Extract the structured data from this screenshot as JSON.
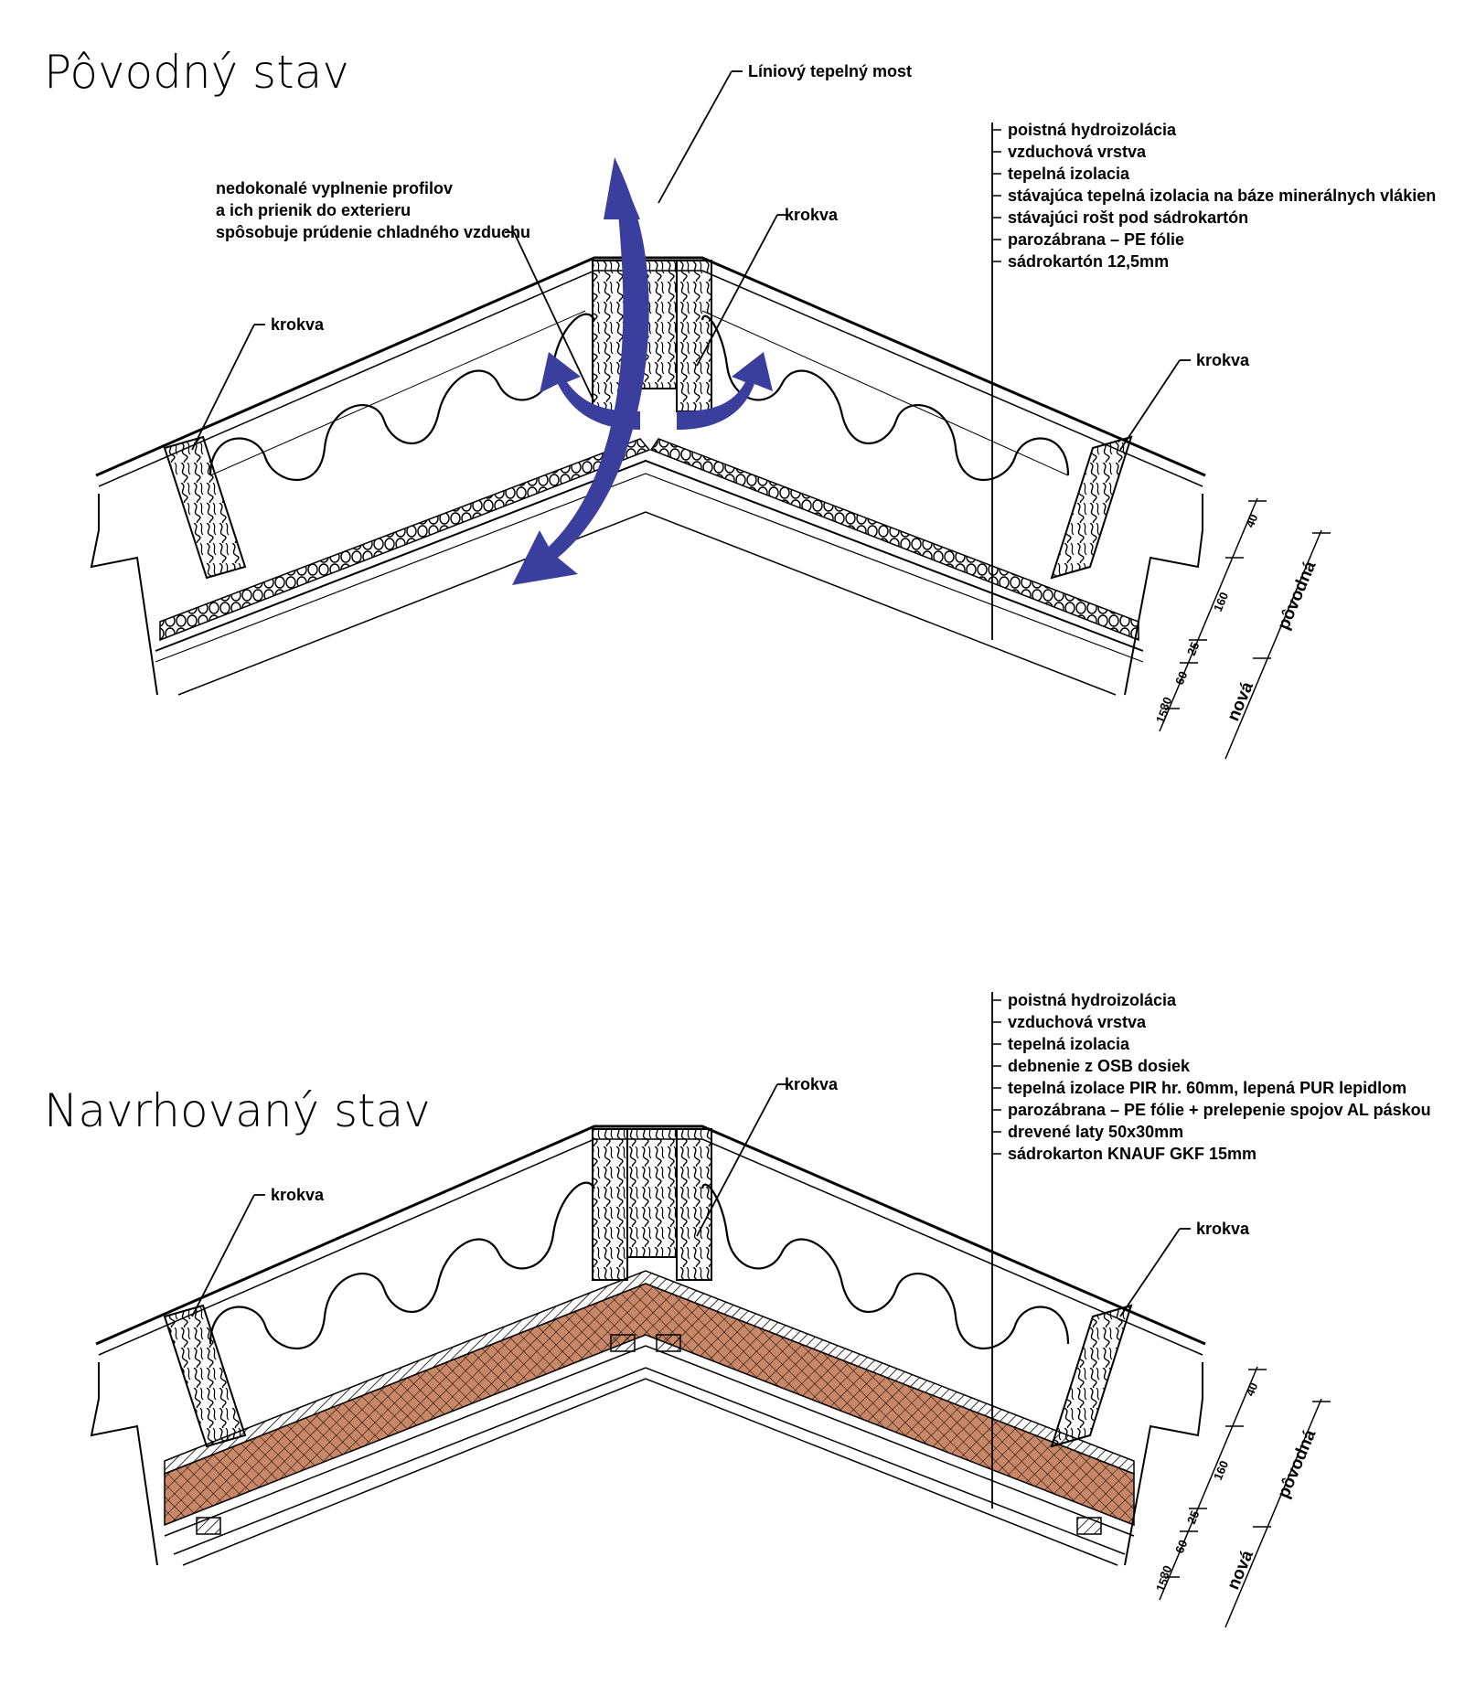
{
  "colors": {
    "ink": "#000000",
    "airflow": "#3a3f9e",
    "pir_fill": "#c88766"
  },
  "top": {
    "title": "Pôvodný stav",
    "thermal_bridge": "Líniový tepelný most",
    "gap_note": [
      "nedokonalé vyplnenie profilov",
      "a ich prienik do exterieru",
      "spôsobuje prúdenie chladného vzduchu"
    ],
    "rafter_labels": [
      "krokva",
      "krokva",
      "krokva"
    ],
    "layers": [
      "poistná hydroizolácia",
      "vzduchová vrstva",
      "tepelná izolacia",
      "stávajúca tepelná izolacia na báze minerálnych vlákien",
      "stávajúci rošt  pod sádrokartón",
      "parozábrana – PE fólie",
      "sádrokartón 12,5mm"
    ],
    "dims": [
      "40",
      "160",
      "25",
      "60",
      "30",
      "15"
    ],
    "dim_groups": [
      "pôvodná",
      "nová"
    ]
  },
  "bottom": {
    "title": "Navrhovaný stav",
    "rafter_labels": [
      "krokva",
      "krokva",
      "krokva"
    ],
    "layers": [
      "poistná hydroizolácia",
      "vzduchová vrstva",
      "tepelná izolacia",
      "debnenie z OSB dosiek",
      "tepelná izolace PIR hr. 60mm, lepená PUR lepidlom",
      "parozábrana – PE fólie + prelepenie spojov AL páskou",
      "drevené laty 50x30mm",
      "sádrokarton KNAUF GKF 15mm"
    ],
    "dims": [
      "40",
      "160",
      "25",
      "60",
      "30",
      "15"
    ],
    "dim_groups": [
      "pôvodná",
      "nová"
    ]
  }
}
